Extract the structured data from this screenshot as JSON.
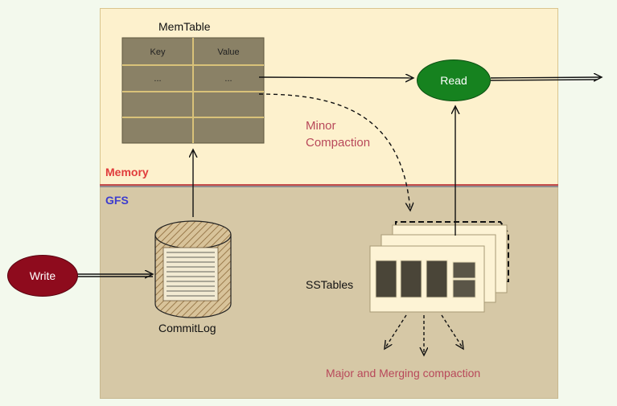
{
  "zones": {
    "memory_label": "Memory",
    "gfs_label": "GFS"
  },
  "memtable": {
    "title": "MemTable",
    "headers": [
      "Key",
      "Value"
    ],
    "rows": [
      [
        "...",
        "..."
      ],
      [
        "",
        ""
      ],
      [
        "",
        ""
      ]
    ]
  },
  "nodes": {
    "write_label": "Write",
    "read_label": "Read"
  },
  "commitlog": {
    "label": "CommitLog"
  },
  "sstables": {
    "label": "SSTables"
  },
  "annotations": {
    "minor_compaction": [
      "Minor",
      "Compaction"
    ],
    "major_compaction": "Major and Merging compaction"
  },
  "colors": {
    "memory_bg": "#fdf1cd",
    "gfs_bg": "#d6c8a6",
    "write_node": "#8e0b1d",
    "read_node": "#16821f",
    "annotation_text": "#b8485a",
    "memory_label": "#e03b3b",
    "gfs_label": "#3c3ccf"
  }
}
